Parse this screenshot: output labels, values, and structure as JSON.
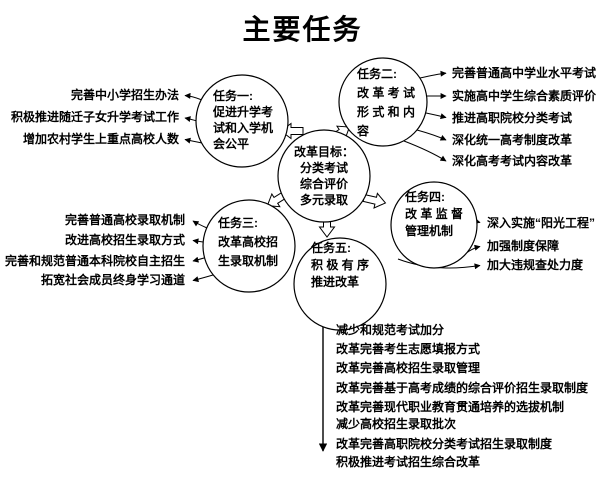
{
  "title": "主要任务",
  "colors": {
    "ink": "#000000",
    "background": "#ffffff"
  },
  "center_node": {
    "label": "改革目标：\n分类考试\n综合评价\n多元录取"
  },
  "tasks": {
    "task1": {
      "label": "任务一:\n促进升学考\n试和入学机\n会公平",
      "items": [
        "完善中小学招生办法",
        "积极推进随迁子女升学考试工作",
        "增加农村学生上重点高校人数"
      ]
    },
    "task2": {
      "label": "任务二:\n改 革 考 试\n形 式 和 内\n容",
      "items": [
        "完善普通高中学业水平考试",
        "实施高中学生综合素质评价",
        "推进高职院校分类考试",
        "深化统一高考制度改革",
        "深化高考考试内容改革"
      ]
    },
    "task3": {
      "label": "任务三:\n改革高校招\n生录取机制",
      "items": [
        "完善普通高校录取机制",
        "改进高校招生录取方式",
        "完善和规范普通本科院校自主招生",
        "拓宽社会成员终身学习通道"
      ]
    },
    "task4": {
      "label": "任务四:\n改 革 监 督\n管理机制",
      "items": [
        "深入实施“阳光工程”",
        "加强制度保障",
        "加大违规查处力度"
      ]
    },
    "task5": {
      "label": "任务五:\n积 极 有 序\n推进改革",
      "items": [
        "减少和规范考试加分",
        "改革完善考生志愿填报方式",
        "改革完善高校招生录取管理",
        "改革完善基于高考成绩的综合评价招生录取制度",
        "改革完善现代职业教育贯通培养的选拔机制",
        "减少高校招生录取批次",
        "改革完善高职院校分类考试招生录取制度",
        "积极推进考试招生综合改革"
      ]
    }
  }
}
